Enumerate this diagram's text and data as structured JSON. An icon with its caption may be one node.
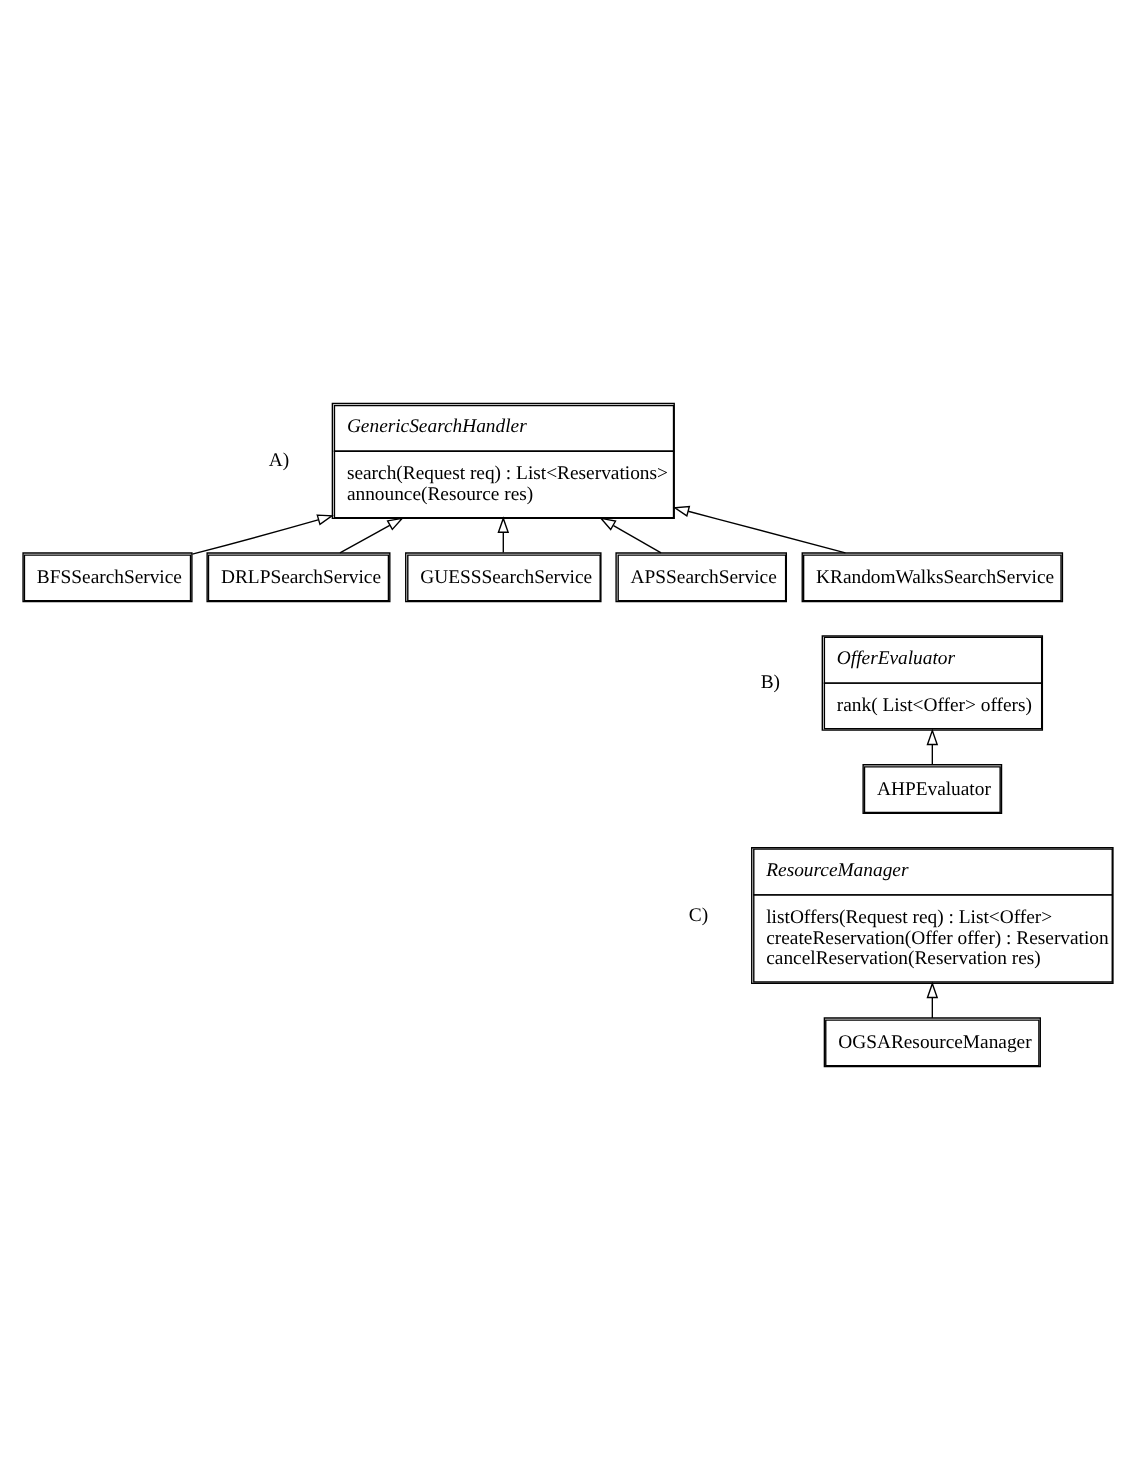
{
  "diagram": {
    "nodes": [
      {
        "text": [
          "GenericSearchHandler",
          "search(Request req) : List<Reservations>",
          "announce(Resource res)"
        ]
      },
      {
        "text": [
          "BFSSearchService"
        ]
      },
      {
        "text": [
          "DRLPSearchService"
        ]
      },
      {
        "text": [
          "GUESSSearchService"
        ]
      },
      {
        "text": [
          "APSSearchService"
        ]
      },
      {
        "text": [
          "KRandomWalksSearchService"
        ]
      },
      {
        "text": [
          "OfferEvaluator",
          "rank( List<Offer> offers)"
        ]
      },
      {
        "text": [
          "AHPEvaluator"
        ]
      },
      {
        "text": [
          "ResourceManager",
          "listOffers(Request req) : List<Offer>",
          "createReservation(Offer offer) : Reservation",
          "cancelReservation(Reservation res)"
        ]
      },
      {
        "text": [
          "OGSAResourceManager"
        ]
      }
    ],
    "edges": [
      {
        "from": 1,
        "to": 0,
        "arrow": "to"
      },
      {
        "from": 2,
        "to": 0,
        "arrow": "to"
      },
      {
        "from": 3,
        "to": 0,
        "arrow": "to"
      },
      {
        "from": 4,
        "to": 0,
        "arrow": "to"
      },
      {
        "from": 5,
        "to": 0,
        "arrow": "to"
      },
      {
        "from": 7,
        "to": 6,
        "arrow": "to"
      },
      {
        "from": 9,
        "to": 8,
        "arrow": "to"
      }
    ],
    "labels": [
      "A)",
      "B)",
      "C)"
    ]
  }
}
